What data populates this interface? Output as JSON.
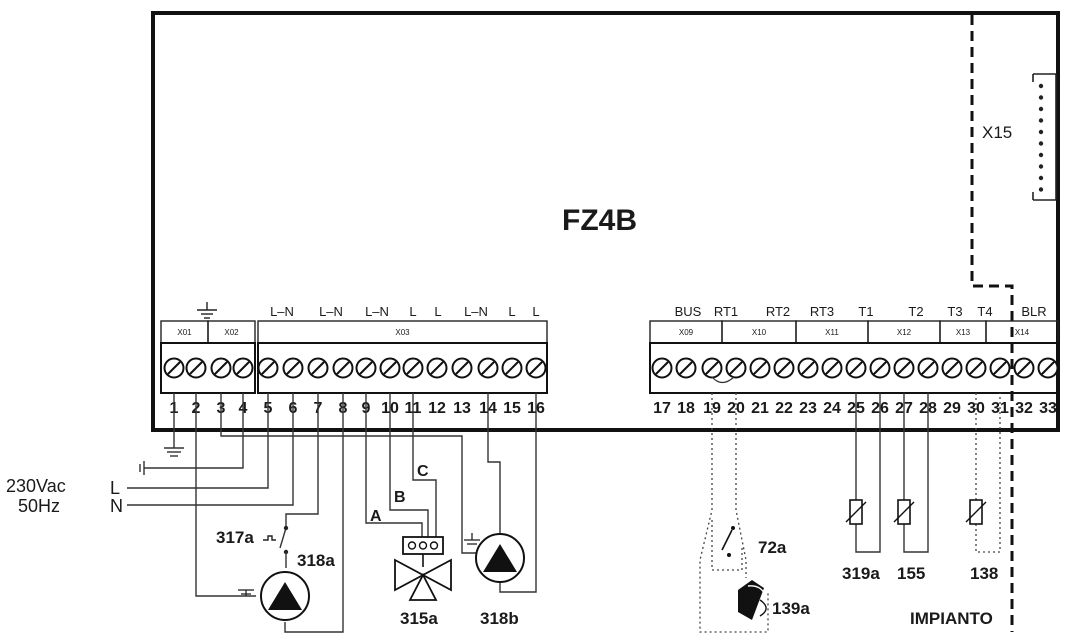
{
  "board": {
    "name": "FZ4B",
    "connector_x15": "X15"
  },
  "left_terminals": [
    "1",
    "2",
    "3",
    "4",
    "5",
    "6",
    "7",
    "8",
    "9",
    "10",
    "11",
    "12",
    "13",
    "14",
    "15",
    "16"
  ],
  "right_terminals": [
    "17",
    "18",
    "19",
    "20",
    "21",
    "22",
    "23",
    "24",
    "25",
    "26",
    "27",
    "28",
    "29",
    "30",
    "31",
    "32",
    "33"
  ],
  "left_headers": [
    "L–N",
    "L–N",
    "L–N",
    "L",
    "L",
    "L–N",
    "L",
    "L"
  ],
  "right_headers": [
    "BUS",
    "RT1",
    "RT2",
    "RT3",
    "T1",
    "T2",
    "T3",
    "T4",
    "BLR"
  ],
  "groups": [
    "X01",
    "X02",
    "X03",
    "X09",
    "X10",
    "X11",
    "X12",
    "X13",
    "X14"
  ],
  "power": {
    "voltage": "230Vac",
    "frequency": "50Hz",
    "line": "L",
    "neutral": "N"
  },
  "valve_wires": [
    "A",
    "B",
    "C"
  ],
  "components": {
    "c317a": "317a",
    "c318a": "318a",
    "c315a": "315a",
    "c318b": "318b",
    "c72a": "72a",
    "c139a": "139a",
    "c319a": "319a",
    "c155": "155",
    "c138": "138"
  },
  "impianto": "IMPIANTO"
}
